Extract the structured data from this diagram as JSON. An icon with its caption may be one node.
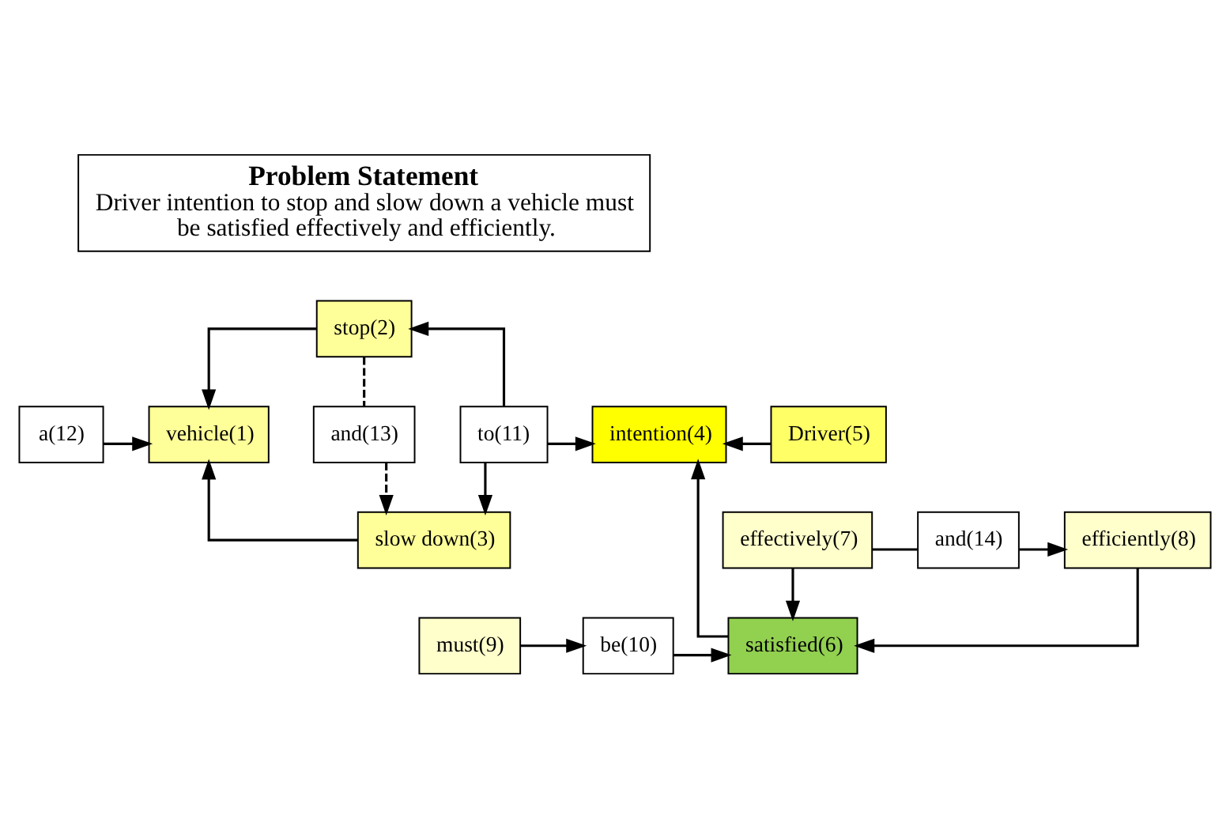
{
  "diagram": {
    "nodes": [
      {
        "text": [
          "Problem Statement",
          "Driver intention to stop and slow down a vehicle must be satisfied effectively and efficiently."
        ]
      },
      {
        "text": [
          "stop(2)"
        ]
      },
      {
        "text": [
          "a(12)"
        ]
      },
      {
        "text": [
          "vehicle(1)"
        ]
      },
      {
        "text": [
          "and(13)"
        ]
      },
      {
        "text": [
          "to(11)"
        ]
      },
      {
        "text": [
          "intention(4)"
        ]
      },
      {
        "text": [
          "Driver(5)"
        ]
      },
      {
        "text": [
          "slow down(3)"
        ]
      },
      {
        "text": [
          "must(9)"
        ]
      },
      {
        "text": [
          "be(10)"
        ]
      },
      {
        "text": [
          "satisfied(6)"
        ]
      },
      {
        "text": [
          "effectively(7)"
        ]
      },
      {
        "text": [
          "and(14)"
        ]
      },
      {
        "text": [
          "efficiently(8)"
        ]
      }
    ],
    "edges": [
      {
        "from": 1,
        "to": 3,
        "arrow": "to"
      },
      {
        "from": 8,
        "to": 3,
        "arrow": "to"
      },
      {
        "from": 2,
        "to": 3,
        "arrow": "to"
      },
      {
        "from": 1,
        "to": 4,
        "arrow": "none",
        "style": "dashed"
      },
      {
        "from": 4,
        "to": 8,
        "arrow": "to",
        "style": "dashed"
      },
      {
        "from": 5,
        "to": 1,
        "arrow": "to"
      },
      {
        "from": 5,
        "to": 8,
        "arrow": "to"
      },
      {
        "from": 5,
        "to": 6,
        "arrow": "to"
      },
      {
        "from": 7,
        "to": 6,
        "arrow": "to"
      },
      {
        "from": 11,
        "to": 6,
        "arrow": "to"
      },
      {
        "from": 9,
        "to": 10,
        "arrow": "to"
      },
      {
        "from": 10,
        "to": 11,
        "arrow": "to"
      },
      {
        "from": 12,
        "to": 11,
        "arrow": "to"
      },
      {
        "from": 14,
        "to": 11,
        "arrow": "to"
      },
      {
        "from": 12,
        "to": 13,
        "arrow": "none"
      },
      {
        "from": 13,
        "to": 14,
        "arrow": "to"
      }
    ]
  }
}
